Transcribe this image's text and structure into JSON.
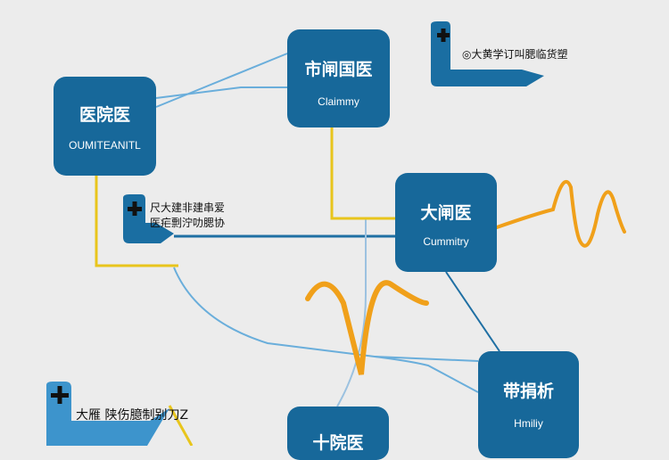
{
  "nodes": [
    {
      "title": "医院医",
      "subtitle": "OUMITEANITL"
    },
    {
      "title": "市闸国医",
      "subtitle": "Claimmy"
    },
    {
      "title": "大闸医",
      "subtitle": "Cummitry"
    },
    {
      "title": "带捐析",
      "subtitle": "Hmiliy"
    },
    {
      "title": "十院医",
      "subtitle": ""
    }
  ],
  "callouts": [
    {
      "lines": [
        "◎大黄学订叫腮临货塑"
      ]
    },
    {
      "lines": [
        "尺大建非建串爱",
        "医疟剽泞叻腮协"
      ]
    },
    {
      "lines": [
        "大雁 陕伤臆制别刀Z"
      ]
    }
  ],
  "colors": {
    "node": "#17689a",
    "blue_line": "#6aaedb",
    "yellow_line": "#e8c51c",
    "wave": "#f0a01a",
    "callout": "#1a6ea2"
  }
}
